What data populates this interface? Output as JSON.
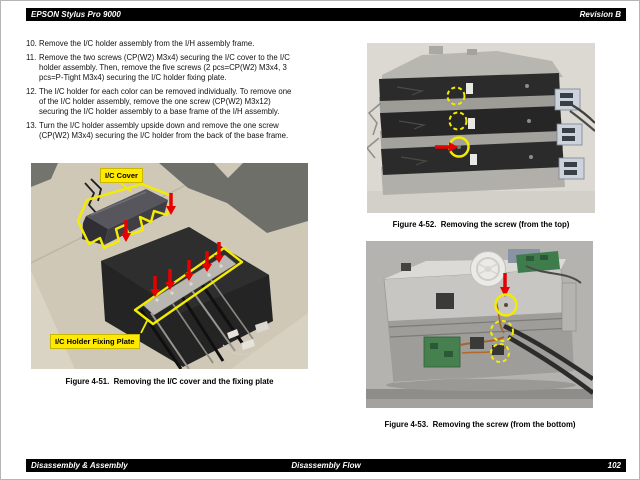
{
  "header": {
    "title": "EPSON Stylus Pro 9000",
    "revision": "Revision B"
  },
  "steps": [
    {
      "num": "10.",
      "text": "Remove the I/C holder assembly from the I/H assembly frame."
    },
    {
      "num": "11.",
      "text": "Remove the two screws (CP(W2) M3x4) securing the I/C cover to the I/C\nholder assembly. Then, remove the five screws (2 pcs=CP(W2) M3x4, 3\npcs=P-Tight M3x4) securing the I/C holder fixing plate."
    },
    {
      "num": "12.",
      "text": "The I/C holder for each color can be removed individually. To remove one\nof the I/C holder assembly, remove the one screw (CP(W2) M3x12)\nsecuring the I/C holder assembly to a base frame of the I/H assembly."
    },
    {
      "num": "13.",
      "text": "Turn the I/C holder assembly upside down and remove the one screw\n(CP(W2) M3x4) securing the I/C holder from the back of the base frame."
    }
  ],
  "figures": {
    "fig51": {
      "caption": "Figure 4-51.  Removing the I/C cover and the fixing plate",
      "labels": {
        "cover": "I/C Cover",
        "plate": "I/C Holder Fixing Plate"
      }
    },
    "fig52": {
      "caption": "Figure 4-52.  Removing the screw (from the top)"
    },
    "fig53": {
      "caption": "Figure 4-53.  Removing the screw (from the bottom)"
    }
  },
  "footer": {
    "left": "Disassembly & Assembly",
    "center": "Disassembly Flow",
    "page_number": "102"
  },
  "colors": {
    "highlight_yellow": "#ffe900",
    "arrow_red": "#e60000",
    "bar_black": "#000000"
  }
}
